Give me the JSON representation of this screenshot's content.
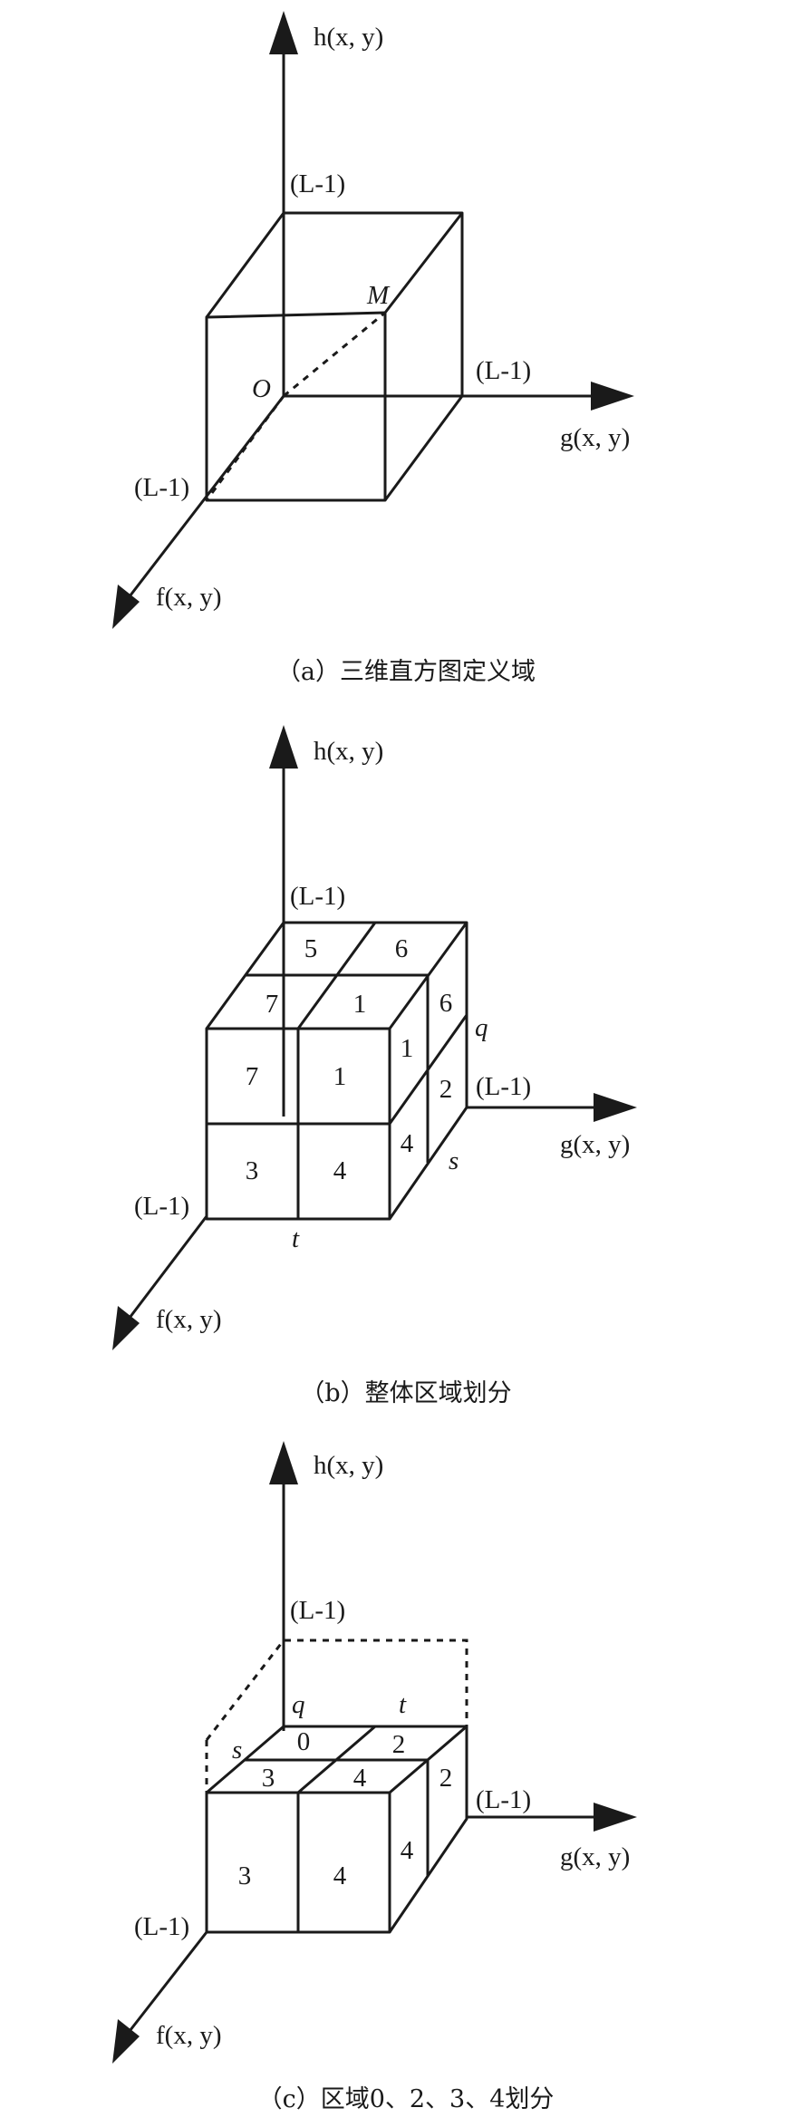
{
  "axes": {
    "h": "h(x, y)",
    "g": "g(x, y)",
    "f": "f(x, y)",
    "max": "(L-1)"
  },
  "panel_a": {
    "caption": "（a）三维直方图定义域",
    "origin": "O",
    "corner": "M"
  },
  "panel_b": {
    "caption": "（b）整体区域划分",
    "top_back": [
      "5",
      "6"
    ],
    "top_front": [
      "7",
      "1"
    ],
    "front_top": [
      "7",
      "1"
    ],
    "front_bottom": [
      "3",
      "4"
    ],
    "right_top": [
      "1",
      "6"
    ],
    "right_bottom": [
      "4",
      "2"
    ],
    "q": "q",
    "s": "s",
    "t": "t"
  },
  "panel_c": {
    "caption": "（c）区域0、2、3、4划分",
    "top_back": [
      "0",
      "2"
    ],
    "top_front": [
      "3",
      "4"
    ],
    "front": [
      "3",
      "4"
    ],
    "right": [
      "4",
      "2"
    ],
    "q": "q",
    "s": "s",
    "t": "t"
  }
}
